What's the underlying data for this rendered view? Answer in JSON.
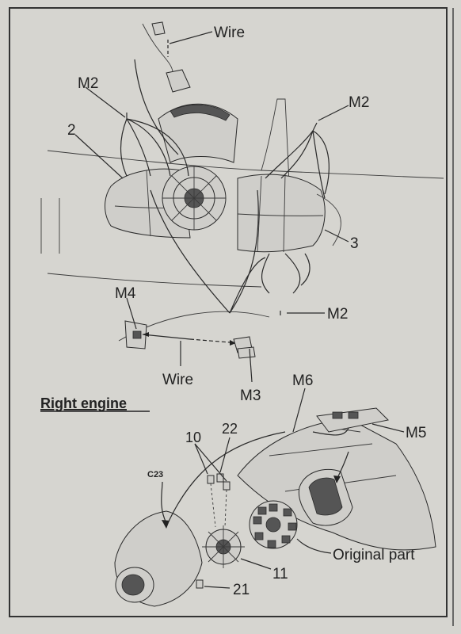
{
  "labels": {
    "wire_top": "Wire",
    "m2_left": "M2",
    "m2_right": "M2",
    "part_2": "2",
    "part_3": "3",
    "m4": "M4",
    "m2_bottom": "M2",
    "wire_bottom": "Wire",
    "m3": "M3",
    "m6": "M6",
    "m5": "M5",
    "part_10": "10",
    "part_22": "22",
    "c23": "C23",
    "original_part": "Original part",
    "part_11": "11",
    "part_21": "21"
  },
  "section_title": "Right engine",
  "colors": {
    "paper": "#d6d5d0",
    "ink": "#222222"
  }
}
